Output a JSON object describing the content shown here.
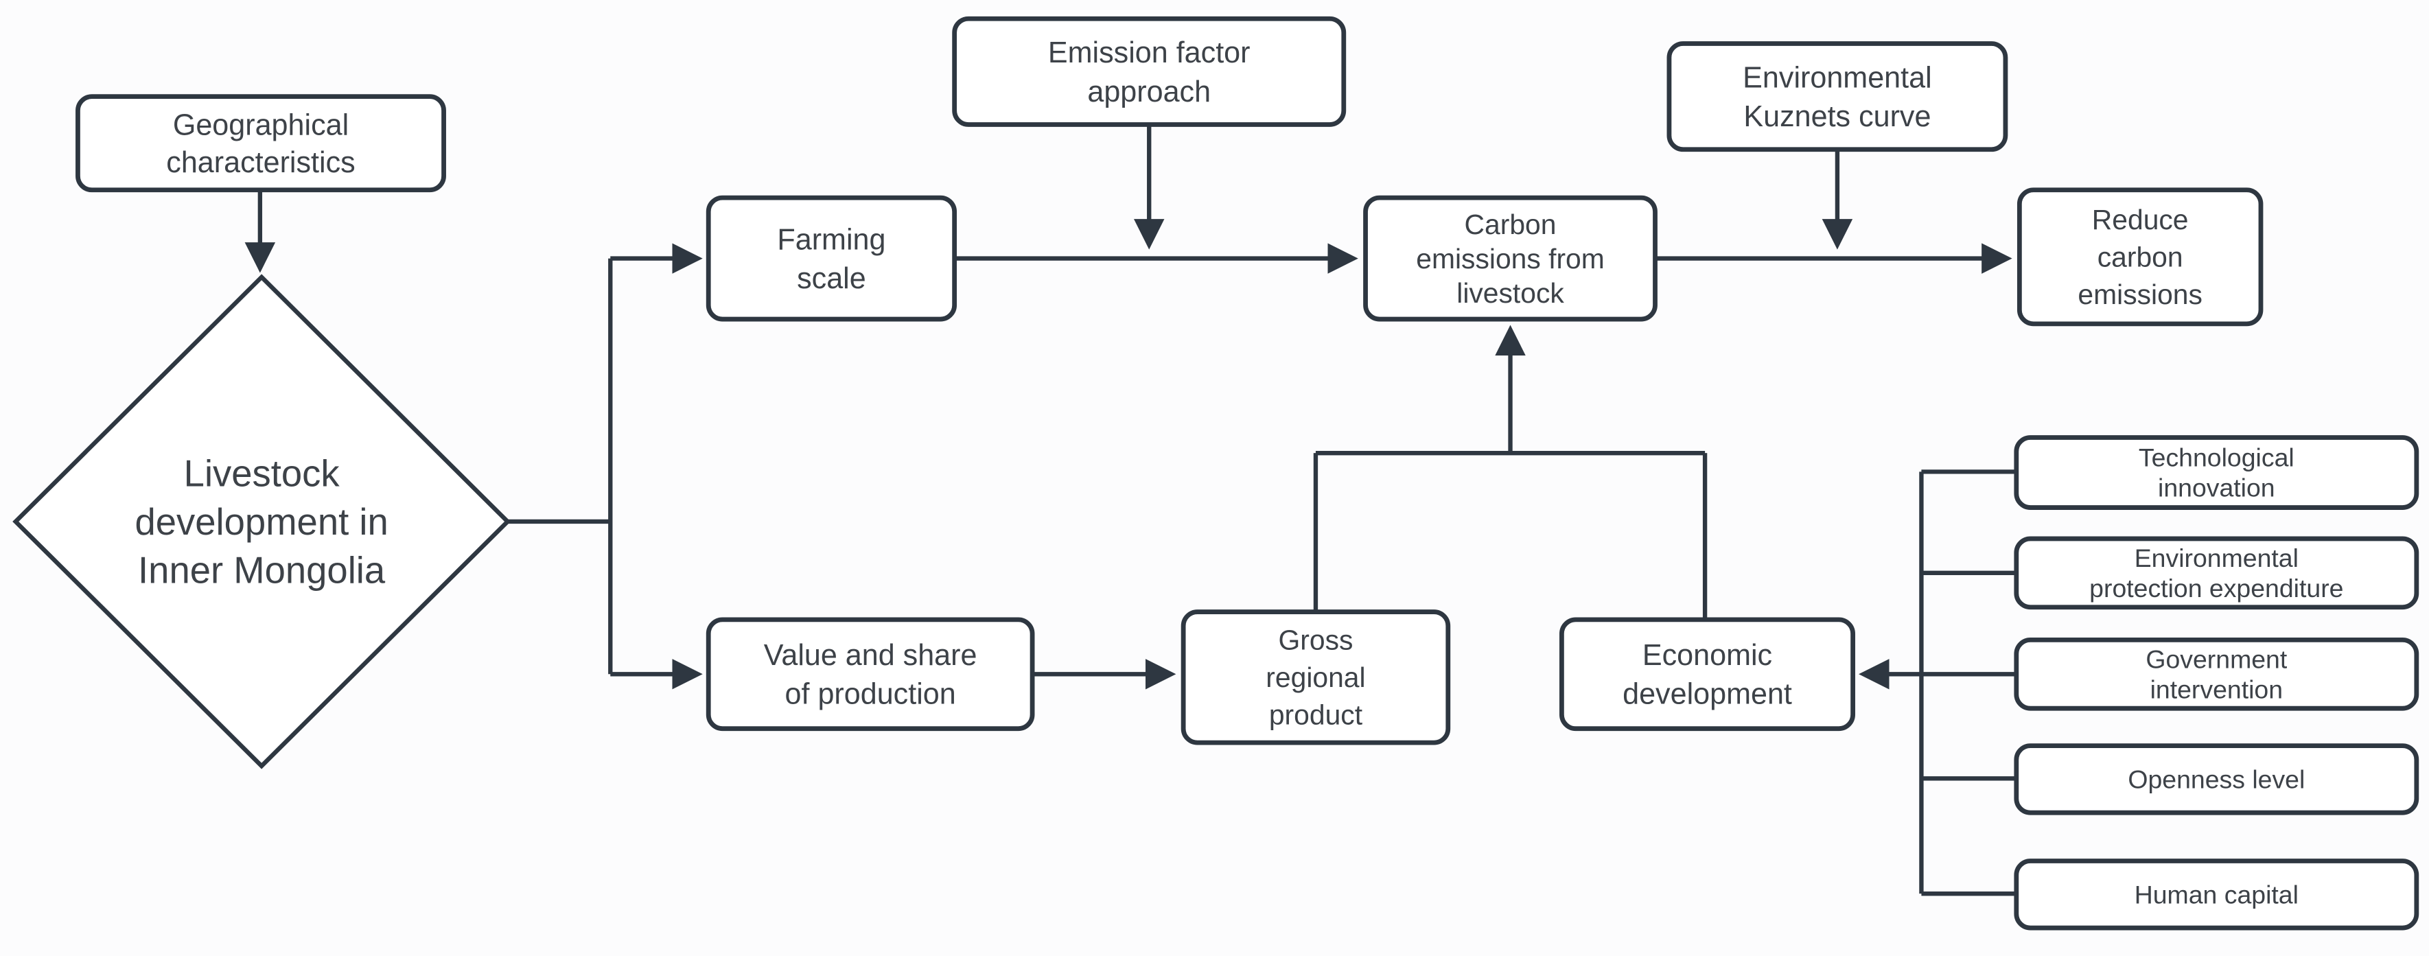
{
  "diagram": {
    "description": "Flowchart of livestock development in Inner Mongolia leading to carbon emissions from livestock and their reduction",
    "colors": {
      "line": "#2e3741",
      "text": "#3d4248",
      "node_fill": "#ffffff",
      "background": "#fcfcfd"
    },
    "nodes": [
      {
        "id": "geo",
        "shape": "rect",
        "label": "Geographical characteristics",
        "lines": [
          "Geographical",
          "characteristics"
        ]
      },
      {
        "id": "livestock",
        "shape": "diamond",
        "label": "Livestock development in Inner Mongolia",
        "lines": [
          "Livestock",
          "development in",
          "Inner Mongolia"
        ]
      },
      {
        "id": "farming",
        "shape": "rect",
        "label": "Farming scale",
        "lines": [
          "Farming",
          "scale"
        ]
      },
      {
        "id": "emission",
        "shape": "rect",
        "label": "Emission factor approach",
        "lines": [
          "Emission factor",
          "approach"
        ]
      },
      {
        "id": "carbon",
        "shape": "rect",
        "label": "Carbon emissions from livestock",
        "lines": [
          "Carbon",
          "emissions from",
          "livestock"
        ]
      },
      {
        "id": "kuznets",
        "shape": "rect",
        "label": "Environmental Kuznets curve",
        "lines": [
          "Environmental",
          "Kuznets curve"
        ]
      },
      {
        "id": "reduce",
        "shape": "rect",
        "label": "Reduce carbon emissions",
        "lines": [
          "Reduce",
          "carbon",
          "emissions"
        ]
      },
      {
        "id": "value",
        "shape": "rect",
        "label": "Value and share of production",
        "lines": [
          "Value and share",
          "of production"
        ]
      },
      {
        "id": "gross",
        "shape": "rect",
        "label": "Gross regional product",
        "lines": [
          "Gross",
          "regional",
          "product"
        ]
      },
      {
        "id": "econ",
        "shape": "rect",
        "label": "Economic development",
        "lines": [
          "Economic",
          "development"
        ]
      },
      {
        "id": "tech",
        "shape": "rect",
        "label": "Technological innovation",
        "lines": [
          "Technological",
          "innovation"
        ]
      },
      {
        "id": "envprot",
        "shape": "rect",
        "label": "Environmental protection expenditure",
        "lines": [
          "Environmental",
          "protection expenditure"
        ]
      },
      {
        "id": "gov",
        "shape": "rect",
        "label": "Government intervention",
        "lines": [
          "Government",
          "intervention"
        ]
      },
      {
        "id": "open",
        "shape": "rect",
        "label": "Openness level",
        "lines": [
          "Openness level"
        ]
      },
      {
        "id": "human",
        "shape": "rect",
        "label": "Human capital",
        "lines": [
          "Human capital"
        ]
      }
    ],
    "edges": [
      {
        "from": "geo",
        "to": "livestock"
      },
      {
        "from": "livestock",
        "to": "farming"
      },
      {
        "from": "livestock",
        "to": "value"
      },
      {
        "from": "farming",
        "to": "carbon"
      },
      {
        "from": "emission",
        "to": "farming-to-carbon-link"
      },
      {
        "from": "carbon",
        "to": "reduce"
      },
      {
        "from": "kuznets",
        "to": "carbon-to-reduce-link"
      },
      {
        "from": "value",
        "to": "gross"
      },
      {
        "from": "gross",
        "to": "carbon"
      },
      {
        "from": "econ",
        "to": "carbon"
      },
      {
        "from": "tech",
        "to": "econ"
      },
      {
        "from": "envprot",
        "to": "econ"
      },
      {
        "from": "gov",
        "to": "econ"
      },
      {
        "from": "open",
        "to": "econ"
      },
      {
        "from": "human",
        "to": "econ"
      }
    ]
  }
}
